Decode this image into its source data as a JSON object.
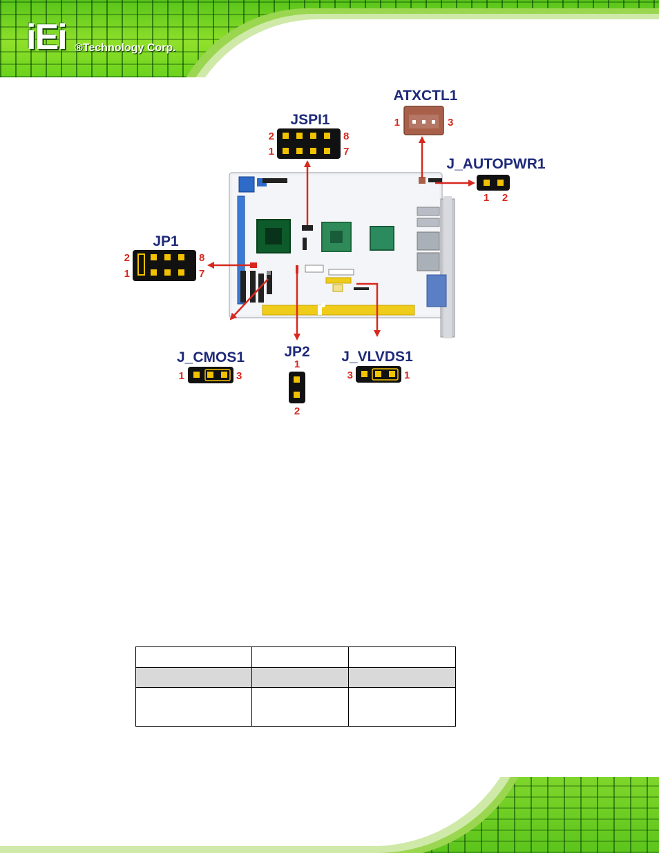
{
  "header": {
    "logo_mark": "iEi",
    "logo_tagline": "®Technology Corp."
  },
  "diagram": {
    "connectors": {
      "jspi1": {
        "label": "JSPI1",
        "pins": [
          "2",
          "8",
          "1",
          "7"
        ]
      },
      "atxctl1": {
        "label": "ATXCTL1",
        "pins": [
          "1",
          "3"
        ]
      },
      "j_autopwr1": {
        "label": "J_AUTOPWR1",
        "pins": [
          "1",
          "2"
        ]
      },
      "jp1": {
        "label": "JP1",
        "pins": [
          "2",
          "8",
          "1",
          "7"
        ]
      },
      "j_cmos1": {
        "label": "J_CMOS1",
        "pins": [
          "1",
          "3"
        ]
      },
      "jp2": {
        "label": "JP2",
        "pins": [
          "1",
          "2"
        ]
      },
      "j_vlvds1": {
        "label": "J_VLVDS1",
        "pins": [
          "3",
          "1"
        ]
      }
    },
    "colors": {
      "label": "#1f2a7a",
      "pin_number": "#d8281e",
      "arrow": "#d8281e",
      "header_block": "#111111",
      "pin": "#f2c200",
      "atx_connector": "#a9604a"
    }
  },
  "table": {
    "rows": 3,
    "columns": 3,
    "header_fill": "#d9d9d9"
  }
}
